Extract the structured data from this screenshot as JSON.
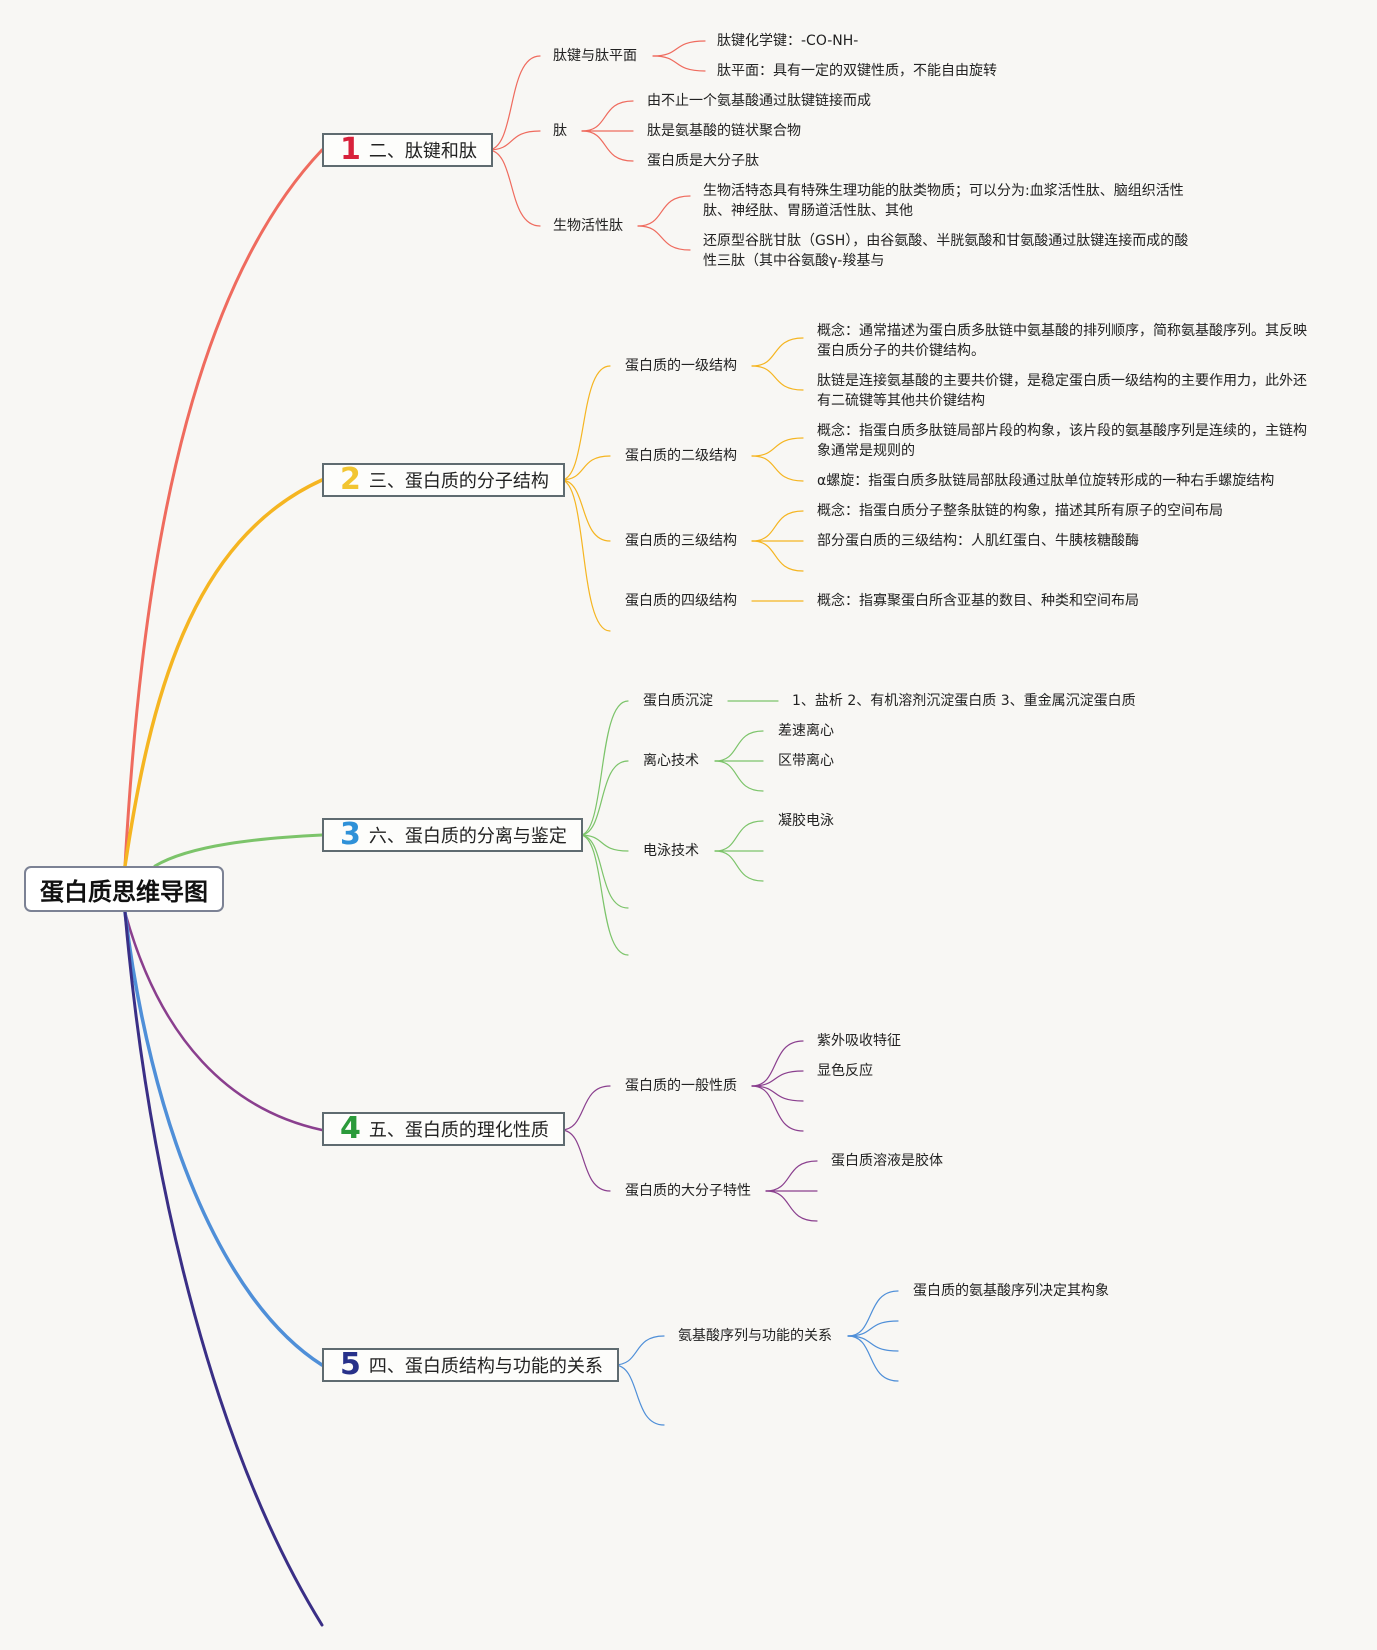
{
  "root": {
    "label": "蛋白质思维导图"
  },
  "colors": {
    "b1": "#ef6b5e",
    "b2": "#f5b521",
    "b3": "#7cc46a",
    "b4": "#8a3f8e",
    "b5": "#4f8fd8",
    "b6": "#3a2f86",
    "num1": "#d8213b",
    "num2": "#f2c531",
    "num3": "#2f91d8",
    "num4": "#2b9a3a",
    "num5": "#27318a"
  },
  "branches": [
    {
      "num": "1",
      "label": "二、肽键和肽",
      "children": [
        {
          "label": "肽键与肽平面",
          "leaves": [
            "肽键化学键：-CO-NH-",
            "肽平面：具有一定的双键性质，不能自由旋转"
          ]
        },
        {
          "label": "肽",
          "leaves": [
            "由不止一个氨基酸通过肽键链接而成",
            "肽是氨基酸的链状聚合物",
            "蛋白质是大分子肽"
          ]
        },
        {
          "label": "生物活性肽",
          "leaves": [
            "生物活特态具有特殊生理功能的肽类物质；可以分为:血浆活性肽、脑组织活性肽、神经肽、胃肠道活性肽、其他",
            "还原型谷胱甘肽（GSH），由谷氨酸、半胱氨酸和甘氨酸通过肽键连接而成的酸性三肽（其中谷氨酸γ-羧基与"
          ]
        }
      ]
    },
    {
      "num": "2",
      "label": "三、蛋白质的分子结构",
      "children": [
        {
          "label": "蛋白质的一级结构",
          "leaves": [
            "概念：通常描述为蛋白质多肽链中氨基酸的排列顺序，简称氨基酸序列。其反映蛋白质分子的共价键结构。",
            "肽链是连接氨基酸的主要共价键，是稳定蛋白质一级结构的主要作用力，此外还有二硫键等其他共价键结构"
          ]
        },
        {
          "label": "蛋白质的二级结构",
          "leaves": [
            "概念：指蛋白质多肽链局部片段的构象，该片段的氨基酸序列是连续的，主链构象通常是规则的",
            "α螺旋：指蛋白质多肽链局部肽段通过肽单位旋转形成的一种右手螺旋结构"
          ]
        },
        {
          "label": "蛋白质的三级结构",
          "leaves": [
            "概念：指蛋白质分子整条肽链的构象，描述其所有原子的空间布局",
            "部分蛋白质的三级结构：人肌红蛋白、牛胰核糖酸酶"
          ]
        },
        {
          "label": "蛋白质的四级结构",
          "leaves": [
            "概念：指寡聚蛋白所含亚基的数目、种类和空间布局"
          ]
        }
      ]
    },
    {
      "num": "3",
      "label": "六、蛋白质的分离与鉴定",
      "children": [
        {
          "label": "蛋白质沉淀",
          "leaves": [
            "1、盐析 2、有机溶剂沉淀蛋白质 3、重金属沉淀蛋白质"
          ]
        },
        {
          "label": "离心技术",
          "leaves": [
            "差速离心",
            "区带离心"
          ]
        },
        {
          "label": "电泳技术",
          "leaves": [
            "凝胶电泳"
          ]
        }
      ]
    },
    {
      "num": "4",
      "label": "五、蛋白质的理化性质",
      "children": [
        {
          "label": "蛋白质的一般性质",
          "leaves": [
            "紫外吸收特征",
            "显色反应"
          ]
        },
        {
          "label": "蛋白质的大分子特性",
          "leaves": [
            "蛋白质溶液是胶体"
          ]
        }
      ]
    },
    {
      "num": "5",
      "label": "四、蛋白质结构与功能的关系",
      "children": [
        {
          "label": "氨基酸序列与功能的关系",
          "leaves": [
            "蛋白质的氨基酸序列决定其构象"
          ]
        }
      ]
    }
  ]
}
